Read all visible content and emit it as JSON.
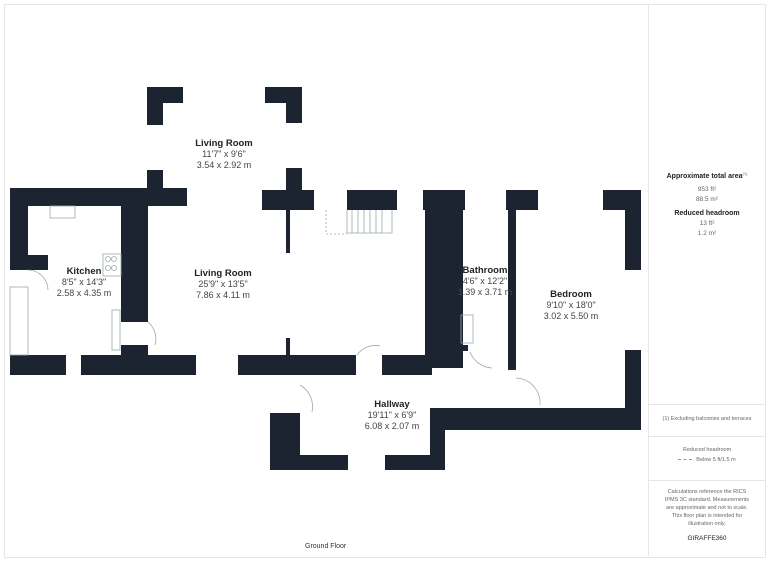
{
  "rooms": [
    {
      "name": "Living Room",
      "imperial": "11'7\" x 9'6\"",
      "metric": "3.54 x 2.92 m"
    },
    {
      "name": "Kitchen",
      "imperial": "8'5\" x 14'3\"",
      "metric": "2.58 x 4.35 m"
    },
    {
      "name": "Living Room",
      "imperial": "25'9\" x 13'5\"",
      "metric": "7.86 x 4.11 m"
    },
    {
      "name": "Bathroom",
      "imperial": "4'6\" x 12'2\"",
      "metric": "1.39 x 3.71 m"
    },
    {
      "name": "Bedroom",
      "imperial": "9'10\" x 18'0\"",
      "metric": "3.02 x 5.50 m"
    },
    {
      "name": "Hallway",
      "imperial": "19'11\" x 6'9\"",
      "metric": "6.08 x 2.07 m"
    }
  ],
  "floor_label": "Ground Floor",
  "sidebar": {
    "total_title": "Approximate total area",
    "total_sup": "(1)",
    "total_ft": "953 ft²",
    "total_m": "88.5 m²",
    "reduced_title": "Reduced headroom",
    "reduced_ft": "13 ft²",
    "reduced_m": "1.2 m²",
    "footnote": "(1) Excluding balconies and terraces",
    "legend_title": "Reduced headroom",
    "legend_item": "Below 5 ft/1.5 m",
    "disclaimer": "Calculations reference the RICS IPMS 3C standard. Measurements are approximate and not to scale. This floor plan is intended for illustration only.",
    "brand": "GIRAFFE360"
  },
  "colors": {
    "wall": "#1c2432",
    "window": "#ffffff"
  }
}
